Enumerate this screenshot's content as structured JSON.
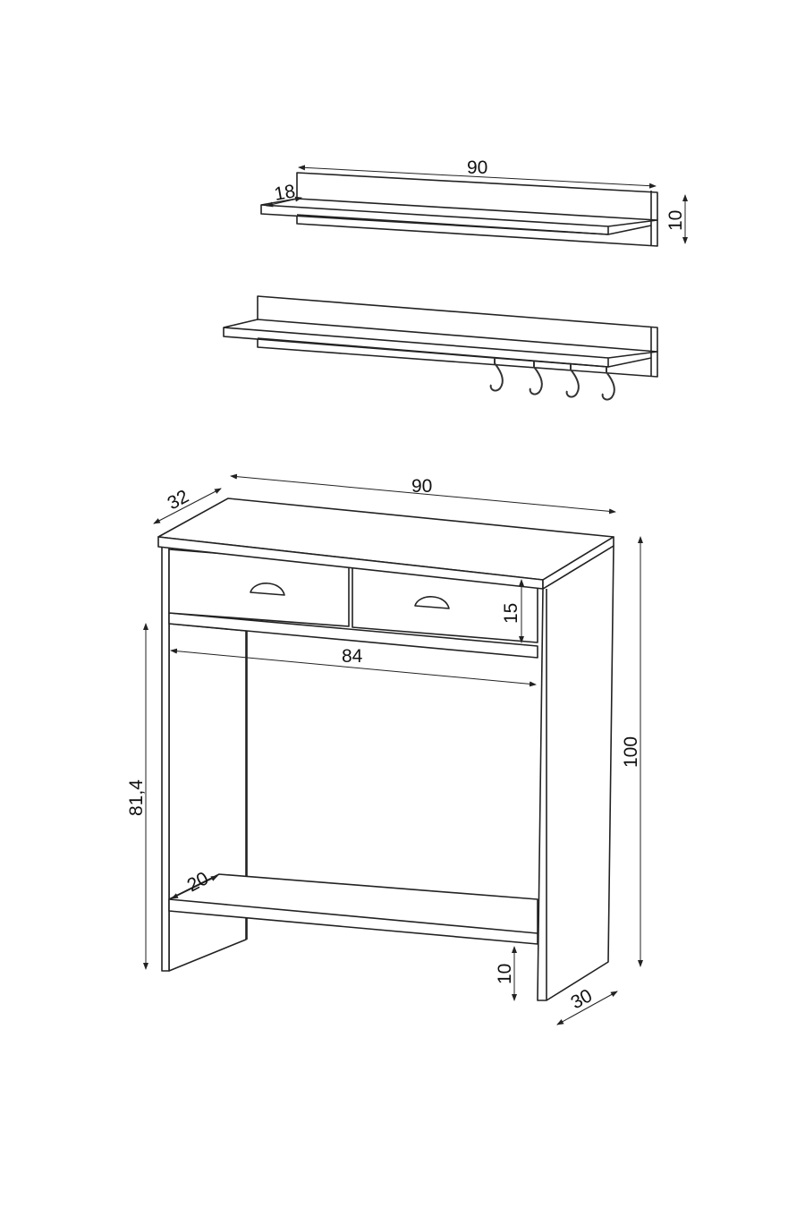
{
  "shelf": {
    "width": "90",
    "depth": "18",
    "height": "10"
  },
  "console": {
    "depth": "32",
    "width": "90",
    "drawer_height": "15",
    "inner_width": "84",
    "leg_height": "81,4",
    "total_height": "100",
    "bottom_shelf_depth": "20",
    "floor_clearance": "10",
    "side_depth": "30"
  }
}
